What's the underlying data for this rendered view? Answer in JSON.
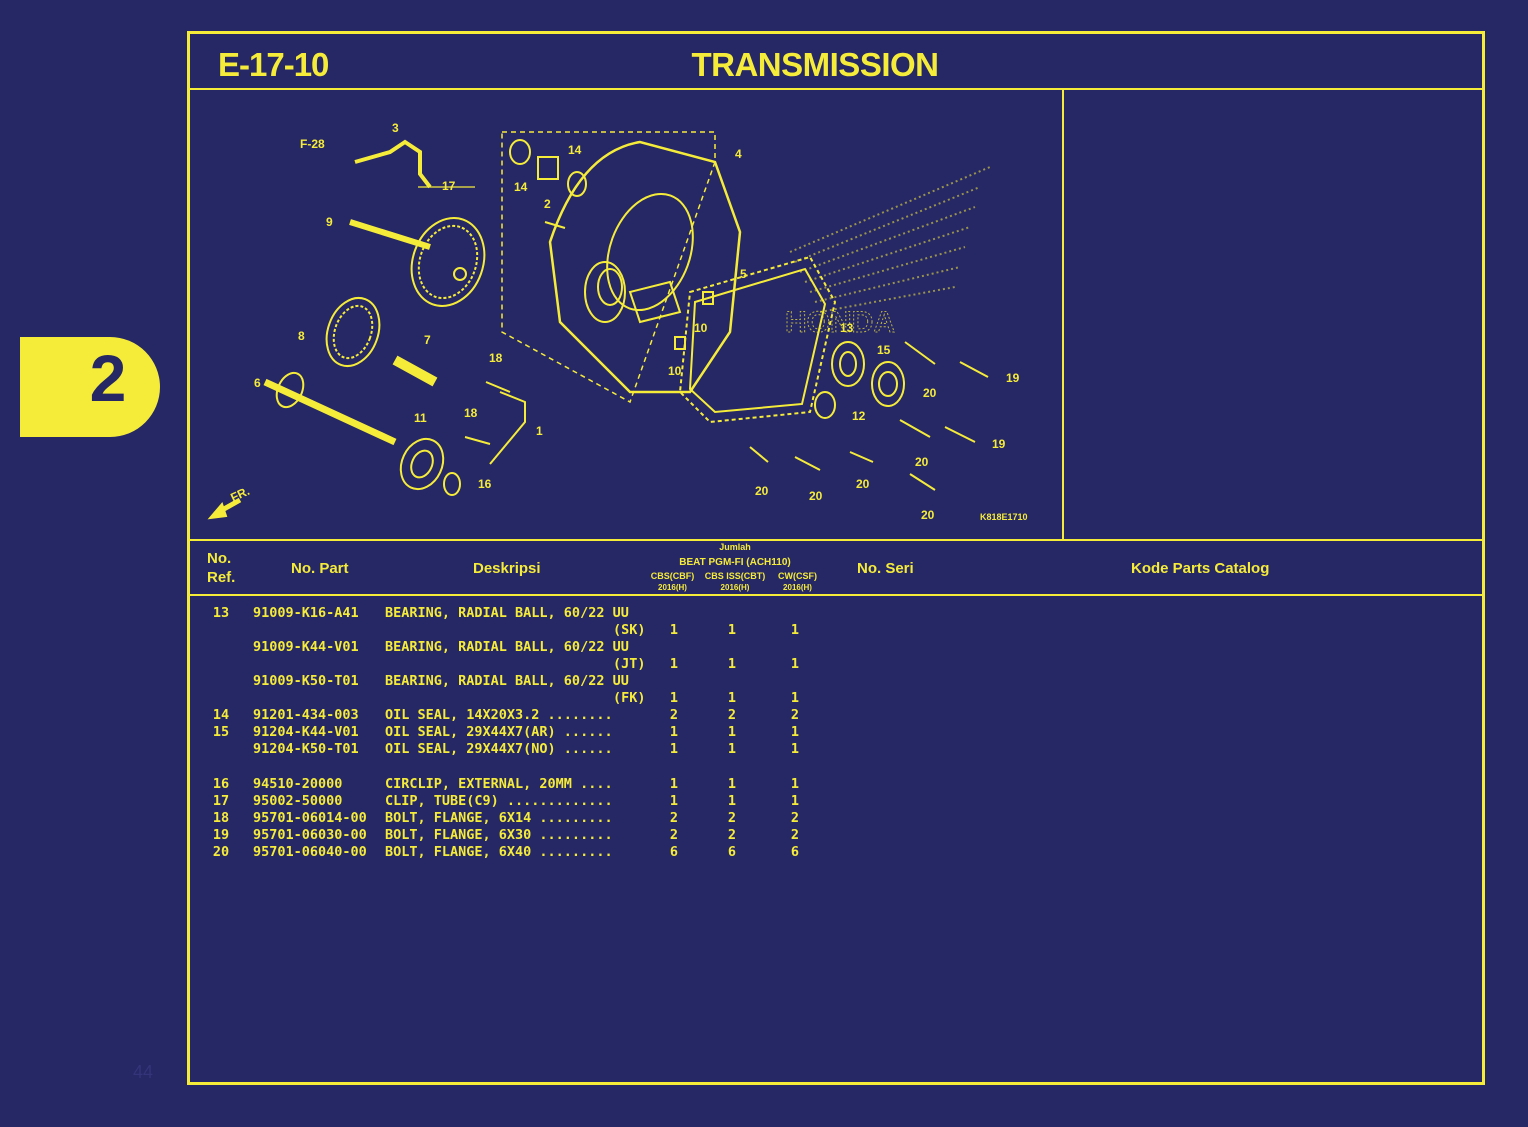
{
  "header": {
    "code": "E-17-10",
    "title": "TRANSMISSION"
  },
  "section_tab": "2",
  "page_number": "44",
  "diagram": {
    "callouts": [
      "F-28",
      "3",
      "17",
      "9",
      "14",
      "14",
      "2",
      "4",
      "5",
      "8",
      "7",
      "10",
      "10",
      "13",
      "15",
      "19",
      "20",
      "6",
      "18",
      "18",
      "11",
      "1",
      "12",
      "19",
      "20",
      "16",
      "20",
      "20",
      "20",
      "20",
      "FR."
    ],
    "brand_watermark": "HONDA",
    "ref_code": "K818E1710"
  },
  "table": {
    "headers": {
      "no_ref": "No.\nRef.",
      "no_part": "No. Part",
      "deskripsi": "Deskripsi",
      "jumlah": "Jumlah",
      "model": "BEAT PGM-FI (ACH110)",
      "variants": [
        {
          "name": "CBS(CBF)",
          "year": "2016(H)"
        },
        {
          "name": "CBS ISS(CBT)",
          "year": "2016(H)"
        },
        {
          "name": "CW(CSF)",
          "year": "2016(H)"
        }
      ],
      "no_seri": "No. Seri",
      "kode": "Kode Parts Catalog"
    },
    "rows": [
      {
        "ref": "13",
        "part": "91009-K16-A41",
        "desc": "BEARING, RADIAL BALL, 60/22 UU",
        "desc2": "(SK)",
        "q": [
          "1",
          "1",
          "1"
        ]
      },
      {
        "ref": "",
        "part": "91009-K44-V01",
        "desc": "BEARING, RADIAL BALL, 60/22 UU",
        "desc2": "(JT)",
        "q": [
          "1",
          "1",
          "1"
        ]
      },
      {
        "ref": "",
        "part": "91009-K50-T01",
        "desc": "BEARING, RADIAL BALL, 60/22 UU",
        "desc2": "(FK)",
        "q": [
          "1",
          "1",
          "1"
        ]
      },
      {
        "ref": "14",
        "part": "91201-434-003",
        "desc": "OIL SEAL, 14X20X3.2 ........",
        "q": [
          "2",
          "2",
          "2"
        ]
      },
      {
        "ref": "15",
        "part": "91204-K44-V01",
        "desc": "OIL SEAL, 29X44X7(AR) ......",
        "q": [
          "1",
          "1",
          "1"
        ]
      },
      {
        "ref": "",
        "part": "91204-K50-T01",
        "desc": "OIL SEAL, 29X44X7(NO) ......",
        "q": [
          "1",
          "1",
          "1"
        ]
      },
      {
        "ref": "16",
        "part": "94510-20000",
        "desc": "CIRCLIP, EXTERNAL, 20MM ....",
        "q": [
          "1",
          "1",
          "1"
        ]
      },
      {
        "ref": "17",
        "part": "95002-50000",
        "desc": "CLIP, TUBE(C9) .............",
        "q": [
          "1",
          "1",
          "1"
        ]
      },
      {
        "ref": "18",
        "part": "95701-06014-00",
        "desc": "BOLT, FLANGE, 6X14 .........",
        "q": [
          "2",
          "2",
          "2"
        ]
      },
      {
        "ref": "19",
        "part": "95701-06030-00",
        "desc": "BOLT, FLANGE, 6X30 .........",
        "q": [
          "2",
          "2",
          "2"
        ]
      },
      {
        "ref": "20",
        "part": "95701-06040-00",
        "desc": "BOLT, FLANGE, 6X40 .........",
        "q": [
          "6",
          "6",
          "6"
        ]
      }
    ]
  }
}
